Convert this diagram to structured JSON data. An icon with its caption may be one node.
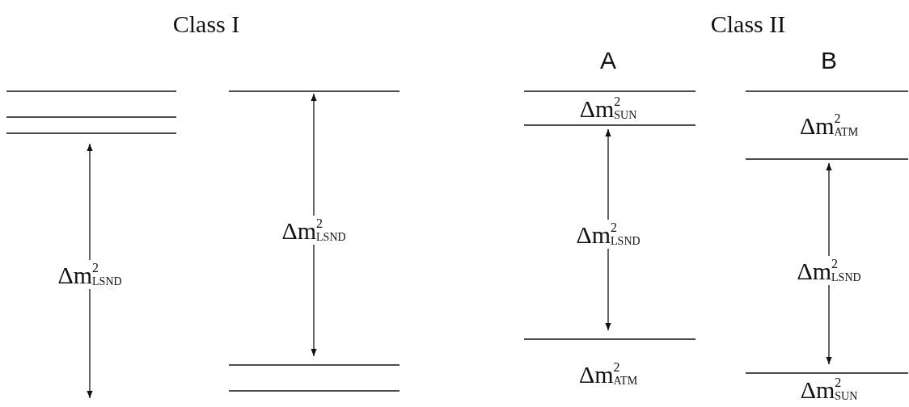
{
  "diagram": {
    "labels": [
      "Class I",
      "Class II",
      "A",
      "B",
      "Δm$^{2}$$_{LSND}$",
      "Δm$^{2}$$_{LSND}$",
      "Δm$^{2}$$_{SUN}$",
      "Δm$^{2}$$_{LSND}$",
      "Δm$^{2}$$_{ATM}$",
      "Δm$^{2}$$_{ATM}$",
      "Δm$^{2}$$_{LSND}$",
      "Δm$^{2}$$_{SUN}$"
    ]
  }
}
